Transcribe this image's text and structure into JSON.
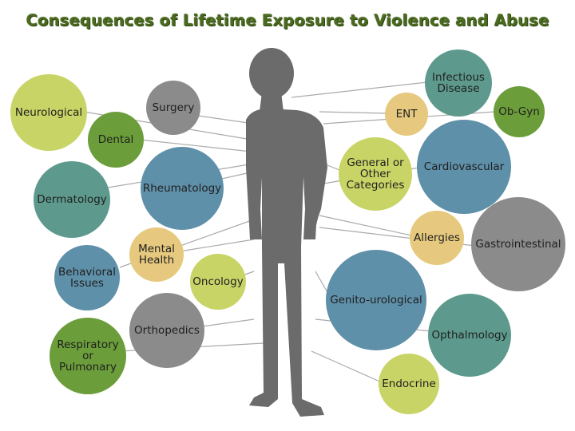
{
  "title": "Consequences of Lifetime Exposure to Violence and Abuse",
  "colors": {
    "title": "#4a6a1e",
    "silhouette": "#6b6b6b",
    "lime": "#c9d466",
    "green": "#6b9e3a",
    "teal": "#5d9a8d",
    "blue": "#5f90a9",
    "gray": "#8b8b8b",
    "tan": "#e6c97e",
    "line": "#aaaaaa"
  },
  "categories": {
    "neurological": "Neurological",
    "dental": "Dental",
    "surgery": "Surgery",
    "dermatology": "Dermatology",
    "rheumatology": "Rheumatology",
    "behavioral": "Behavioral\nIssues",
    "mental_health": "Mental\nHealth",
    "oncology": "Oncology",
    "orthopedics": "Orthopedics",
    "respiratory": "Respiratory\nor\nPulmonary",
    "infectious": "Infectious\nDisease",
    "ent": "ENT",
    "obgyn": "Ob-Gyn",
    "general": "General or\nOther\nCategories",
    "cardiovascular": "Cardiovascular",
    "allergies": "Allergies",
    "gastrointestinal": "Gastrointestinal",
    "genitourological": "Genito-urological",
    "opthalmology": "Opthalmology",
    "endocrine": "Endocrine"
  }
}
